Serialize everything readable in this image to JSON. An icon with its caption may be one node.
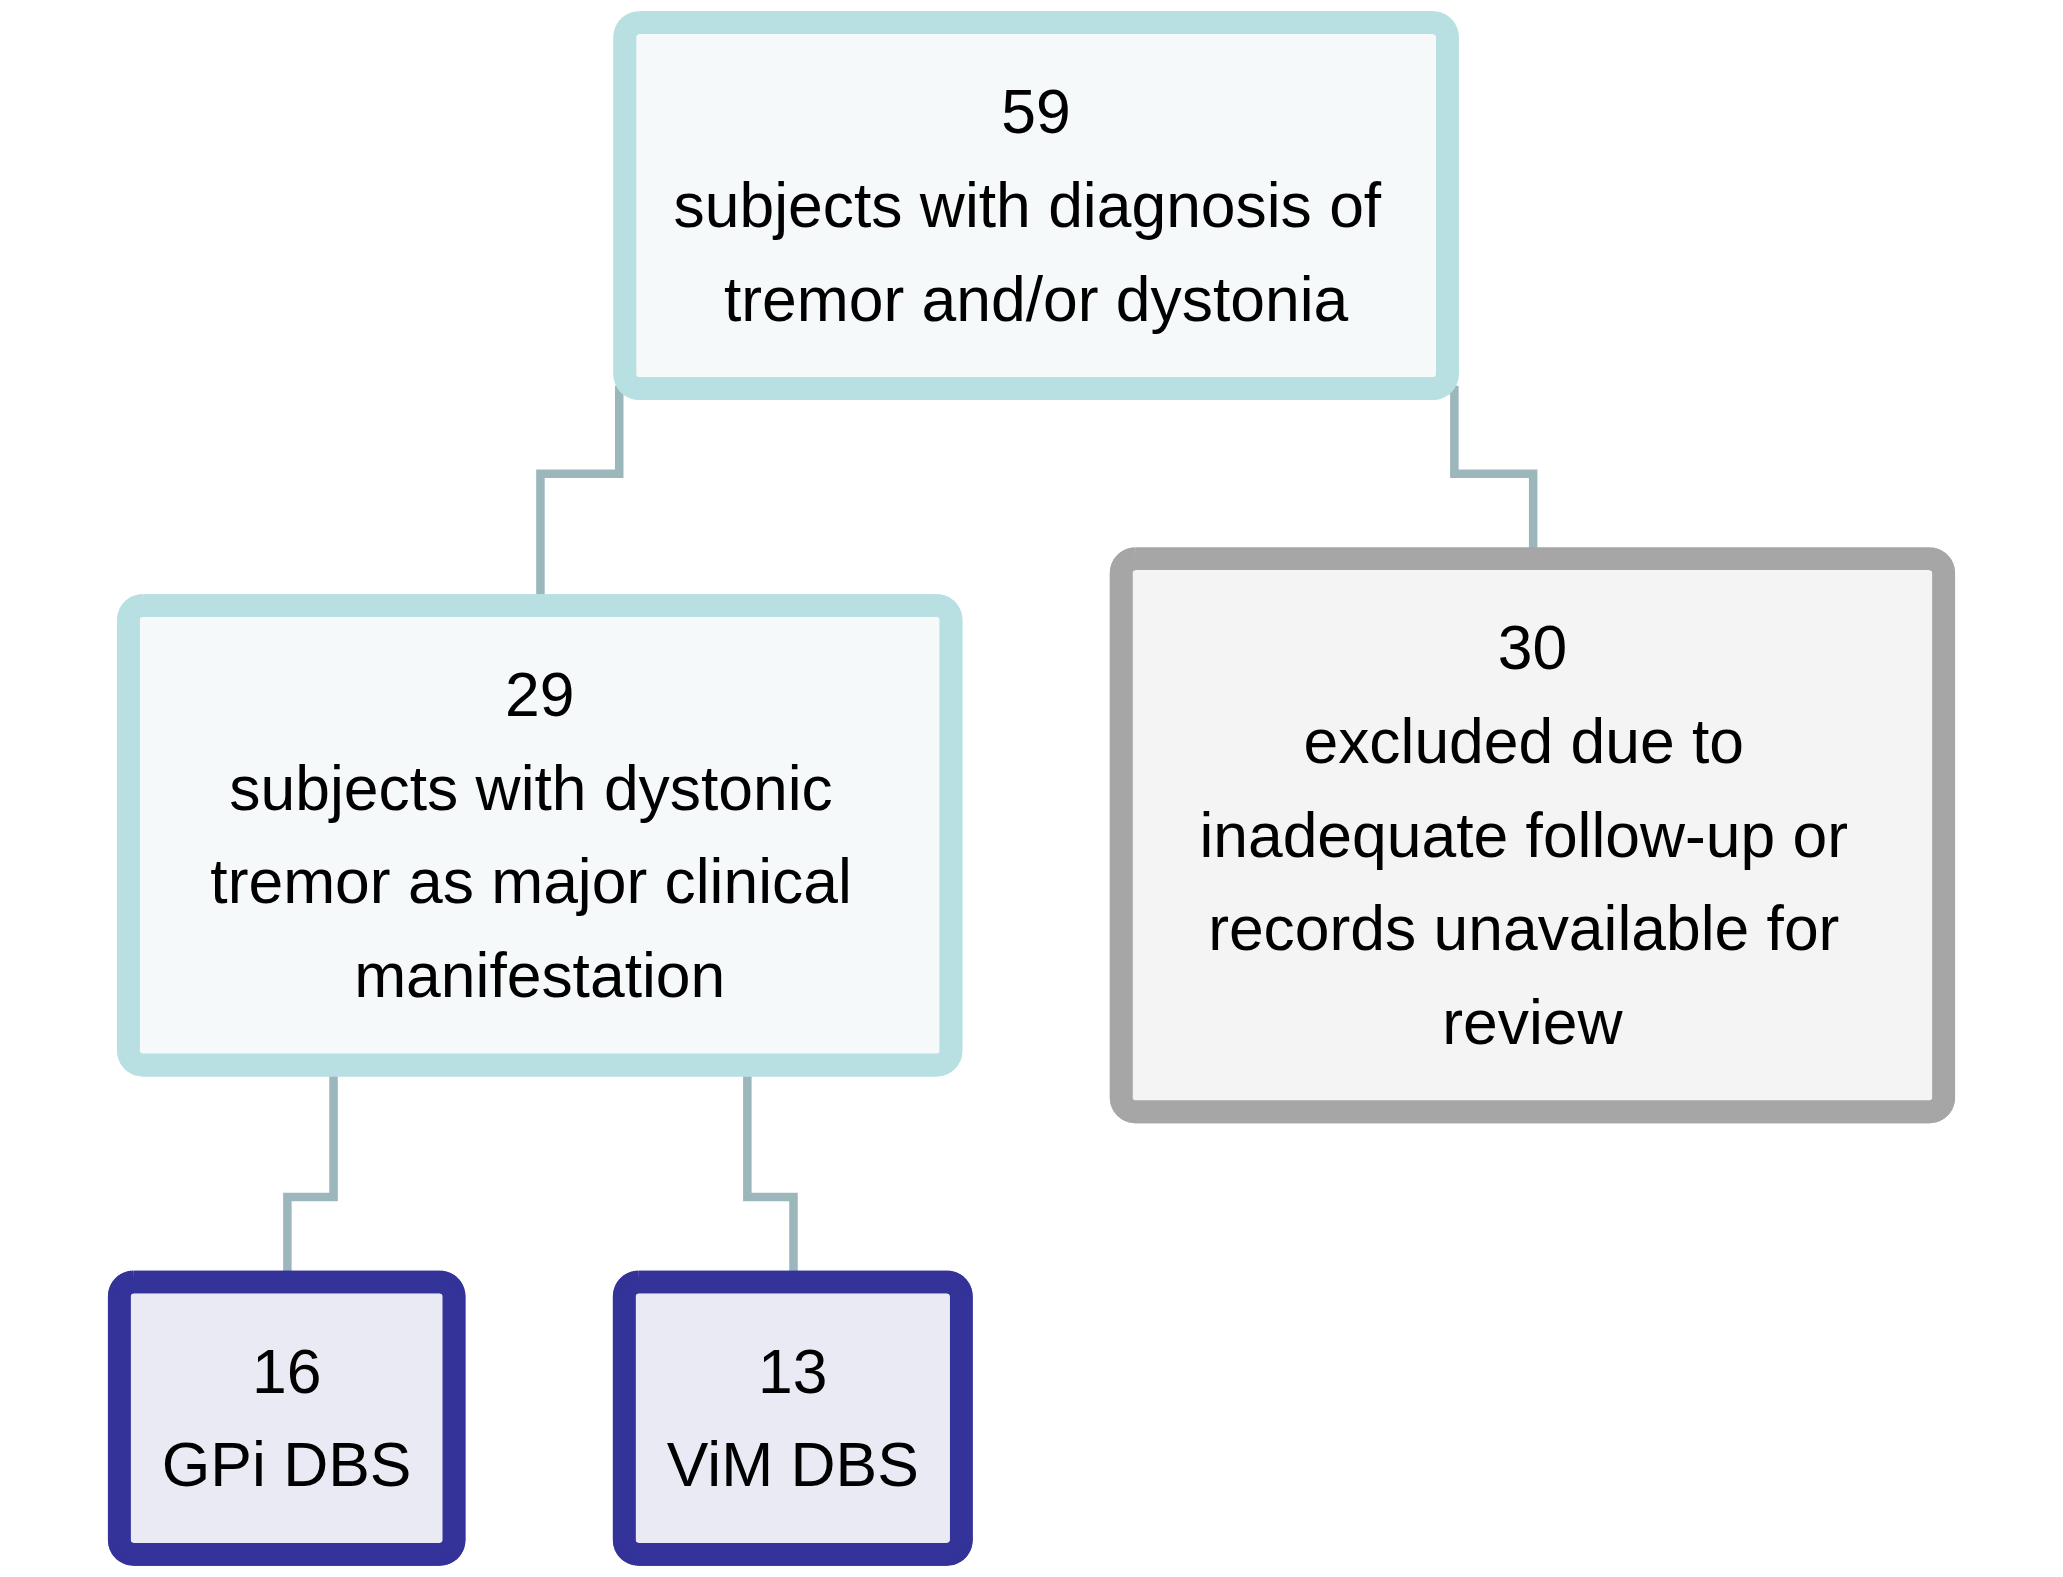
{
  "diagram": {
    "nodes": [
      {
        "text": [
          "59",
          "subjects with diagnosis of tremor and/or dystonia"
        ]
      },
      {
        "text": [
          "29",
          "subjects with dystonic tremor as major clinical manifestation"
        ]
      },
      {
        "text": [
          "30",
          "excluded due to inadequate follow-up or records unavailable for review"
        ]
      },
      {
        "text": [
          "16",
          "GPi DBS"
        ]
      },
      {
        "text": [
          "13",
          "ViM DBS"
        ]
      }
    ],
    "edges": [
      {
        "from": 0,
        "to": 1,
        "arrow": "none"
      },
      {
        "from": 0,
        "to": 2,
        "arrow": "none"
      },
      {
        "from": 1,
        "to": 3,
        "arrow": "none"
      },
      {
        "from": 1,
        "to": 4,
        "arrow": "none"
      }
    ]
  }
}
